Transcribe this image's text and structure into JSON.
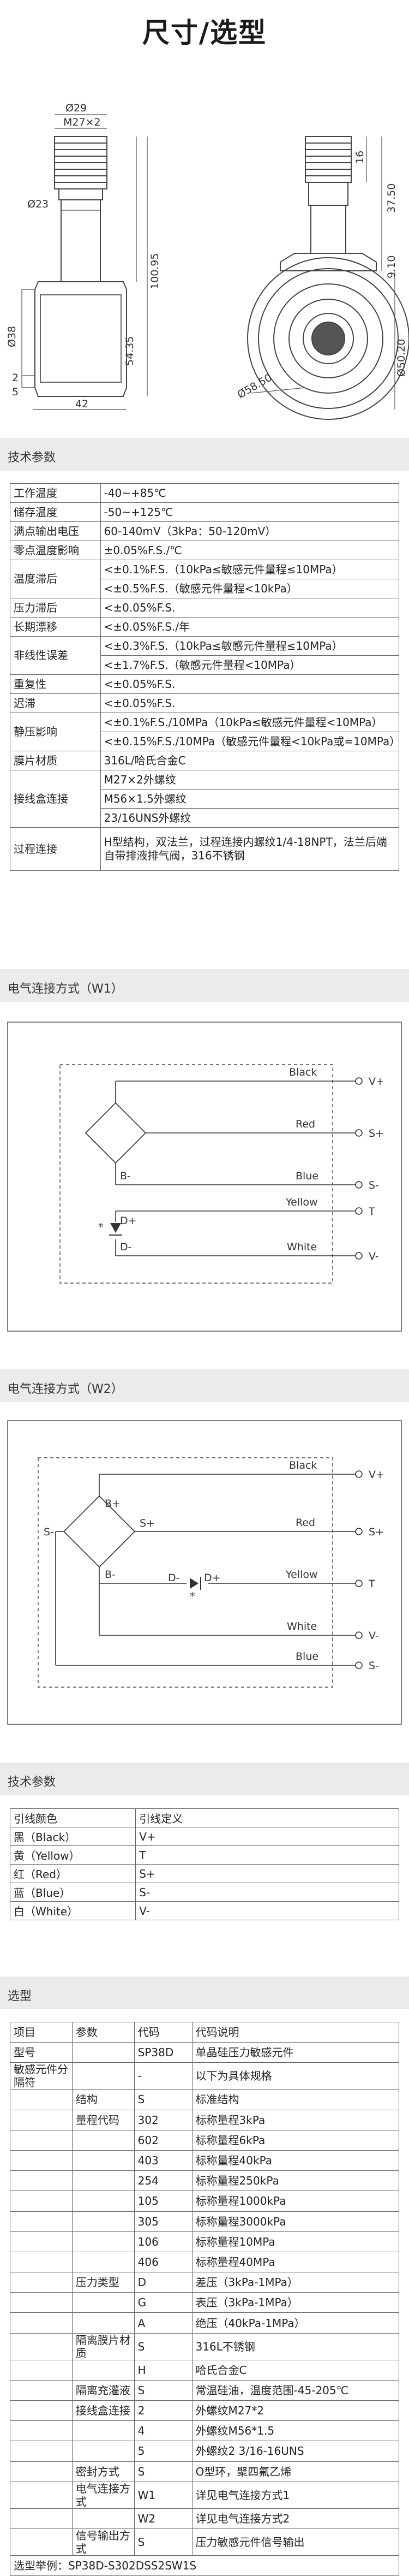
{
  "page_title": "尺寸/选型",
  "drawing": {
    "d29": "Ø29",
    "m27": "M27×2",
    "d23": "Ø23",
    "d38": "Ø38",
    "h2": "2",
    "h5": "5",
    "w42": "42",
    "h10095": "100.95",
    "h5435": "54.35",
    "h16": "16",
    "h3750": "37.50",
    "h910": "9.10",
    "d5020": "Ø50.20",
    "d5850": "Ø58.50"
  },
  "specs": {
    "title": "技术参数",
    "rows": [
      {
        "k": "工作温度",
        "v": [
          "-40~+85℃"
        ]
      },
      {
        "k": "储存温度",
        "v": [
          "-50~+125℃"
        ]
      },
      {
        "k": "满点输出电压",
        "v": [
          "60-140mV（3kPa：50-120mV）"
        ]
      },
      {
        "k": "零点温度影响",
        "v": [
          "±0.05%F.S./℃"
        ]
      },
      {
        "k": "温度滞后",
        "v": [
          "<±0.1%F.S.（10kPa≤敏感元件量程≤10MPa）",
          "<±0.5%F.S.（敏感元件量程<10kPa）"
        ]
      },
      {
        "k": "压力滞后",
        "v": [
          "<±0.05%F.S."
        ]
      },
      {
        "k": "长期漂移",
        "v": [
          "<±0.05%F.S./年"
        ]
      },
      {
        "k": "非线性误差",
        "v": [
          "<±0.3%F.S.（10kPa≤敏感元件量程≤10MPa）",
          "<±1.7%F.S.（敏感元件量程<10MPa）"
        ]
      },
      {
        "k": "重复性",
        "v": [
          "<±0.05%F.S."
        ]
      },
      {
        "k": "迟滞",
        "v": [
          "<±0.05%F.S."
        ]
      },
      {
        "k": "静压影响",
        "v": [
          "<±0.1%F.S./10MPa（10kPa≤敏感元件量程<10MPa）",
          "<±0.15%F.S./10MPa（敏感元件量程<10kPa或=10MPa）"
        ]
      },
      {
        "k": "膜片材质",
        "v": [
          "316L/哈氏合金C"
        ]
      },
      {
        "k": "接线盒连接",
        "v": [
          "M27×2外螺纹",
          "M56×1.5外螺纹",
          "23/16UNS外螺纹"
        ]
      },
      {
        "k": "过程连接",
        "v": [
          "H型结构，双法兰，过程连接内螺纹1/4-18NPT，法兰后端自带排液排气阀，316不锈钢"
        ]
      }
    ]
  },
  "w1": {
    "title": "电气连接方式（W1）",
    "wires": [
      "Black",
      "Red",
      "Blue",
      "Yellow",
      "White"
    ],
    "terminals": [
      "V+",
      "S+",
      "S-",
      "T",
      "V-"
    ],
    "nodes": {
      "b": "B-",
      "dp": "D+",
      "dm": "D-",
      "star": "*"
    }
  },
  "w2": {
    "title": "电气连接方式（W2）",
    "wires": [
      "Black",
      "Red",
      "Yellow",
      "White",
      "Blue"
    ],
    "terminals": [
      "V+",
      "S+",
      "T",
      "V-",
      "S-"
    ],
    "nodes": {
      "bp": "B+",
      "bm": "B-",
      "sm": "S-",
      "sp": "S+",
      "dm": "D-",
      "dp": "D+",
      "star": "*"
    }
  },
  "pins": {
    "title": "技术参数",
    "header": [
      "引线颜色",
      "引线定义"
    ],
    "rows": [
      [
        "黑（Black）",
        "V+"
      ],
      [
        "黄（Yellow）",
        "T"
      ],
      [
        "红（Red）",
        "S+"
      ],
      [
        "蓝（Blue）",
        "S-"
      ],
      [
        "白（White）",
        "V-"
      ]
    ]
  },
  "selection": {
    "title": "选型",
    "header": [
      "项目",
      "参数",
      "代码",
      "代码说明"
    ],
    "rows": [
      [
        "型号",
        "",
        "SP38D",
        "单晶硅压力敏感元件"
      ],
      [
        "敏感元件分隔符",
        "",
        "-",
        "以下为具体规格"
      ],
      [
        "",
        "结构",
        "S",
        "标准结构"
      ],
      [
        "",
        "量程代码",
        "302",
        "标称量程3kPa"
      ],
      [
        "",
        "",
        "602",
        "标称量程6kPa"
      ],
      [
        "",
        "",
        "403",
        "标称量程40kPa"
      ],
      [
        "",
        "",
        "254",
        "标称量程250kPa"
      ],
      [
        "",
        "",
        "105",
        "标称量程1000kPa"
      ],
      [
        "",
        "",
        "305",
        "标称量程3000kPa"
      ],
      [
        "",
        "",
        "106",
        "标称量程10MPa"
      ],
      [
        "",
        "",
        "406",
        "标称量程40MPa"
      ],
      [
        "",
        "压力类型",
        "D",
        "差压（3kPa-1MPa）"
      ],
      [
        "",
        "",
        "G",
        "表压（3kPa-1MPa）"
      ],
      [
        "",
        "",
        "A",
        "绝压（40kPa-1MPa）"
      ],
      [
        "",
        "隔离膜片材质",
        "S",
        "316L不锈钢"
      ],
      [
        "",
        "",
        "H",
        "哈氏合金C"
      ],
      [
        "",
        "隔离充灌液",
        "S",
        "常温硅油，温度范围-45-205℃"
      ],
      [
        "",
        "接线盒连接",
        "2",
        "外螺纹M27*2"
      ],
      [
        "",
        "",
        "4",
        "外螺纹M56*1.5"
      ],
      [
        "",
        "",
        "5",
        "外螺纹2 3/16-16UNS"
      ],
      [
        "",
        "密封方式",
        "S",
        "O型环，聚四氟乙烯"
      ],
      [
        "",
        "电气连接方式",
        "W1",
        "详见电气连接方式1"
      ],
      [
        "",
        "",
        "W2",
        "详见电气连接方式2"
      ],
      [
        "",
        "信号输出方式",
        "S",
        "压力敏感元件信号输出"
      ]
    ],
    "example": "选型举例：SP38D-S302DSS2SW1S"
  }
}
